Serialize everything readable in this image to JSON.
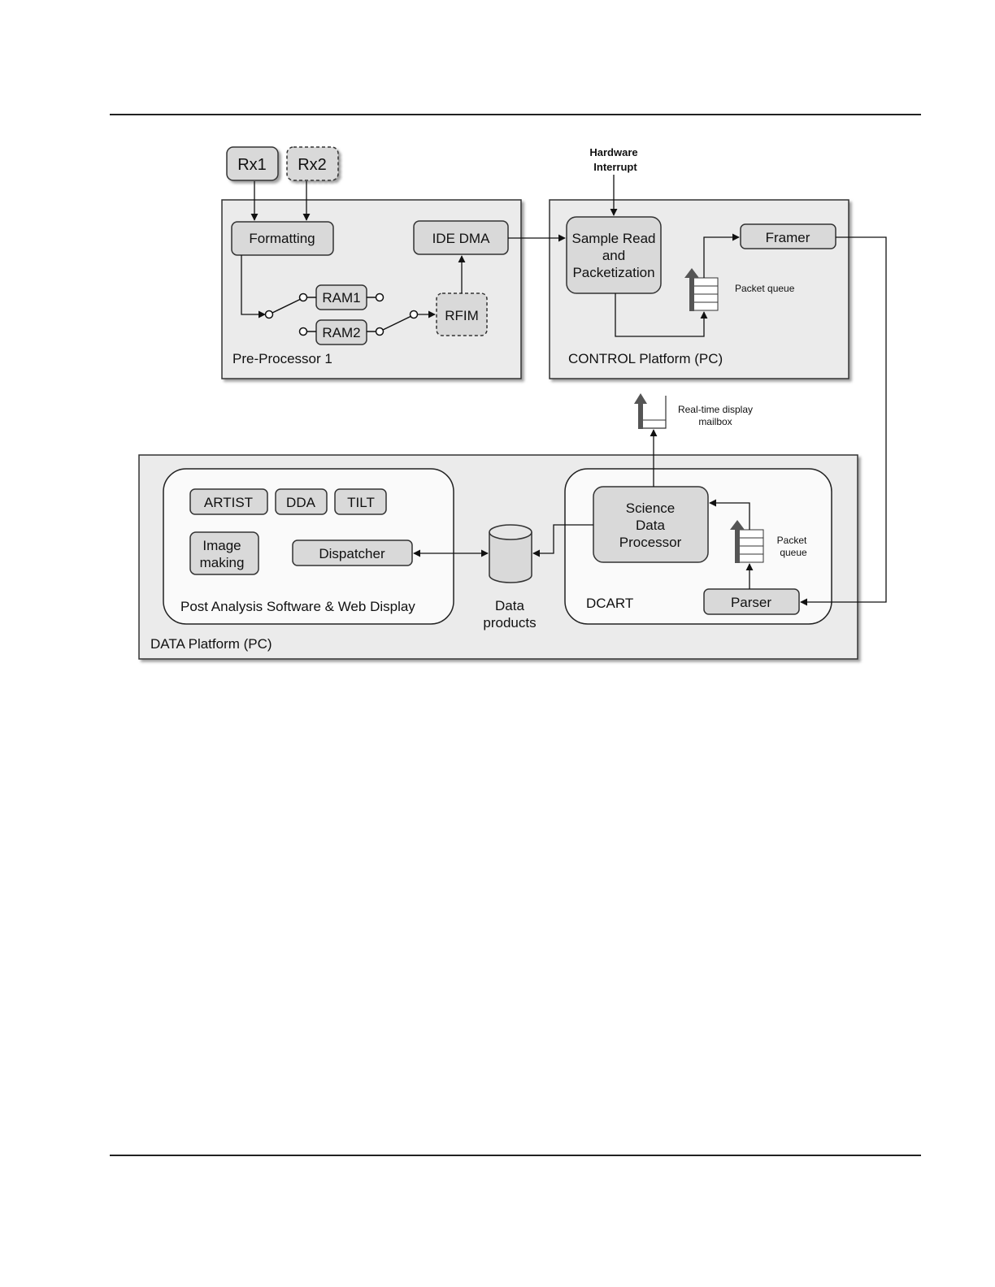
{
  "diagram": {
    "receivers": {
      "rx1": "Rx1",
      "rx2": "Rx2"
    },
    "hardware_interrupt": [
      "Hardware",
      "Interrupt"
    ],
    "pre_processor": {
      "label": "Pre-Processor 1",
      "formatting": "Formatting",
      "ide_dma": "IDE DMA",
      "ram1": "RAM1",
      "ram2": "RAM2",
      "rfim": "RFIM"
    },
    "control_platform": {
      "label": "CONTROL Platform (PC)",
      "sample_read": [
        "Sample Read",
        "and",
        "Packetization"
      ],
      "framer": "Framer",
      "packet_queue": "Packet queue"
    },
    "mailbox": [
      "Real-time display",
      "mailbox"
    ],
    "data_platform": {
      "label": "DATA Platform (PC)",
      "post_analysis": {
        "label": "Post Analysis Software & Web Display",
        "artist": "ARTIST",
        "dda": "DDA",
        "tilt": "TILT",
        "image_making": [
          "Image",
          "making"
        ],
        "dispatcher": "Dispatcher"
      },
      "data_products": [
        "Data",
        "products"
      ],
      "dcart": {
        "label": "DCART",
        "science_processor": [
          "Science",
          "Data",
          "Processor"
        ],
        "packet_queue": [
          "Packet",
          "queue"
        ],
        "parser": "Parser"
      }
    }
  }
}
